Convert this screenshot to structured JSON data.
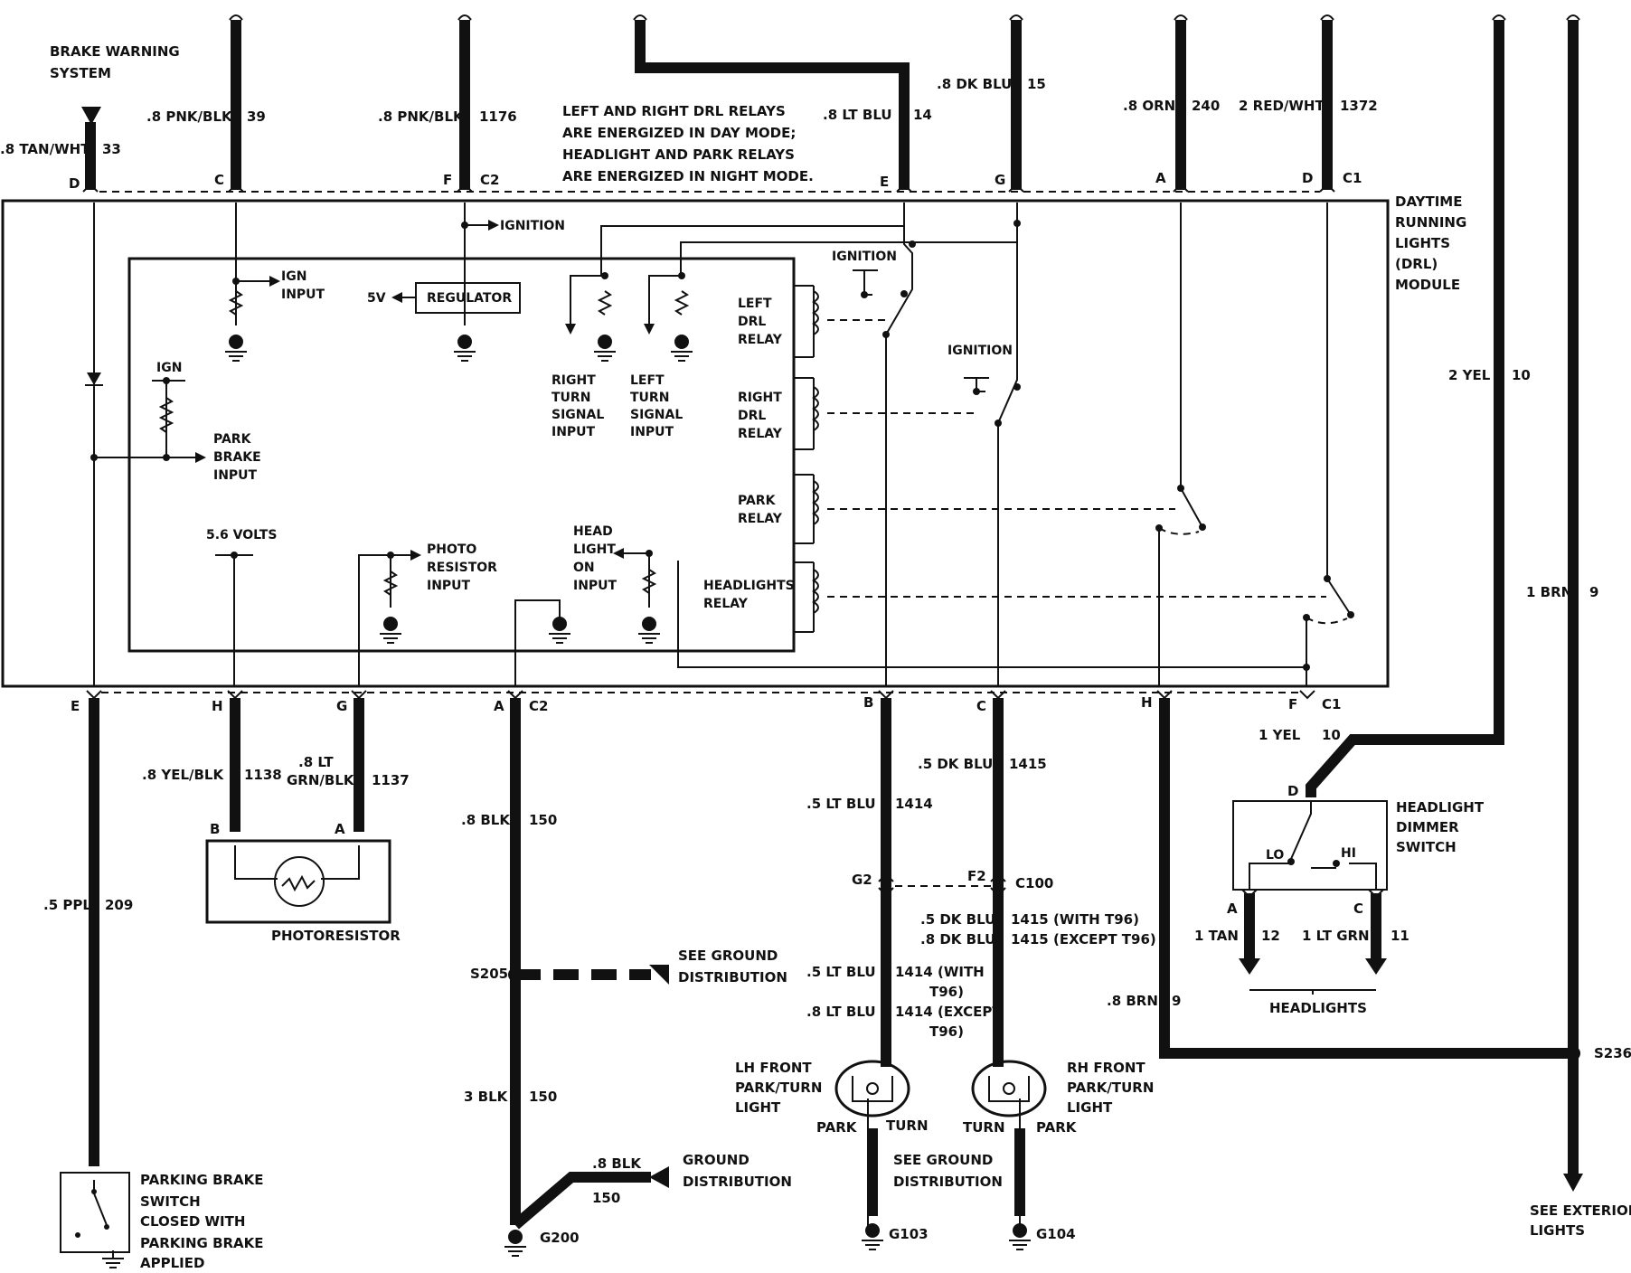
{
  "note": [
    "LEFT AND RIGHT DRL RELAYS",
    "ARE ENERGIZED IN DAY MODE;",
    "HEADLIGHT AND PARK RELAYS",
    "ARE ENERGIZED IN NIGHT MODE."
  ],
  "brake_warning": [
    "BRAKE WARNING",
    "SYSTEM"
  ],
  "module_title": [
    "DAYTIME",
    "RUNNING",
    "LIGHTS",
    "(DRL)",
    "MODULE"
  ],
  "top_wires": [
    {
      "pin": "D",
      "spec": ".8 TAN/WHT",
      "circuit": "33"
    },
    {
      "pin": "C",
      "spec": ".8 PNK/BLK",
      "circuit": "39"
    },
    {
      "pin": "F",
      "spec": ".8 PNK/BLK",
      "circuit": "1176"
    },
    {
      "pin": "E",
      "spec": ".8 LT BLU",
      "circuit": "14"
    },
    {
      "pin": "G",
      "spec": ".8 DK BLU",
      "circuit": "15"
    },
    {
      "pin": "A",
      "spec": ".8 ORN",
      "circuit": "240"
    },
    {
      "pin": "D",
      "spec": "2 RED/WHT",
      "circuit": "1372"
    }
  ],
  "top_connectors": [
    "C2",
    "C1"
  ],
  "bottom_wires": [
    {
      "pin": "E"
    },
    {
      "pin": "H"
    },
    {
      "pin": "G"
    },
    {
      "pin": "A"
    },
    {
      "pin": "B"
    },
    {
      "pin": "C"
    },
    {
      "pin": "H"
    },
    {
      "pin": "F"
    }
  ],
  "bottom_connectors": [
    "C2",
    "C1"
  ],
  "internal": {
    "ignition": "IGNITION",
    "ign_input": [
      "IGN",
      "INPUT"
    ],
    "regulator": "REGULATOR",
    "five_v": "5V",
    "ign": "IGN",
    "park_brake_input": [
      "PARK",
      "BRAKE",
      "INPUT"
    ],
    "right_turn": [
      "RIGHT",
      "TURN",
      "SIGNAL",
      "INPUT"
    ],
    "left_turn": [
      "LEFT",
      "TURN",
      "SIGNAL",
      "INPUT"
    ],
    "left_drl_relay": [
      "LEFT",
      "DRL",
      "RELAY"
    ],
    "right_drl_relay": [
      "RIGHT",
      "DRL",
      "RELAY"
    ],
    "park_relay": [
      "PARK",
      "RELAY"
    ],
    "headlights_relay": [
      "HEADLIGHTS",
      "RELAY"
    ],
    "five_six_volts": "5.6 VOLTS",
    "photo_input": [
      "PHOTO",
      "RESISTOR",
      "INPUT"
    ],
    "head_light_input": [
      "HEAD",
      "LIGHT",
      "ON",
      "INPUT"
    ]
  },
  "lower": {
    "w209": [
      ".5 PPL",
      "209"
    ],
    "w1138": [
      ".8 YEL/BLK",
      "1138"
    ],
    "w1137": [
      ".8 LT",
      "GRN/BLK",
      "1137"
    ],
    "w150a": [
      ".8 BLK",
      "150"
    ],
    "w150b": [
      "3 BLK",
      "150"
    ],
    "w150c": [
      ".8 BLK",
      "150"
    ],
    "w1415": [
      ".5 DK BLU",
      "1415"
    ],
    "w1414": [
      ".5 LT BLU",
      "1414"
    ],
    "w1415b": [
      ".5 DK BLU",
      "1415 (WITH T96)",
      ".8 DK BLU",
      "1415 (EXCEPT T96)"
    ],
    "w1414b": [
      ".5 LT BLU",
      "1414 (WITH",
      "T96)",
      ".8 LT BLU",
      "1414 (EXCEPT",
      "T96)"
    ],
    "g2": "G2",
    "f2": "F2",
    "c100": "C100",
    "photoresistor": "PHOTORESISTOR",
    "photo_pins": [
      "B",
      "A"
    ],
    "s205": "S205",
    "see_ground": [
      "SEE GROUND",
      "DISTRIBUTION"
    ],
    "ground_dist": [
      "GROUND",
      "DISTRIBUTION"
    ],
    "g200": "G200",
    "g103": "G103",
    "g104": "G104",
    "lh_light": [
      "LH FRONT",
      "PARK/TURN",
      "LIGHT"
    ],
    "rh_light": [
      "RH FRONT",
      "PARK/TURN",
      "LIGHT"
    ],
    "park": "PARK",
    "turn": "TURN",
    "see_ground2": [
      "SEE GROUND",
      "DISTRIBUTION"
    ],
    "parking_brake": [
      "PARKING BRAKE",
      "SWITCH",
      "CLOSED WITH",
      "PARKING BRAKE",
      "APPLIED"
    ],
    "w10a": [
      "2 YEL",
      "10"
    ],
    "w9a": [
      "1 BRN",
      "9"
    ],
    "w10b": [
      "1 YEL",
      "10"
    ],
    "dimmer": [
      "HEADLIGHT",
      "DIMMER",
      "SWITCH"
    ],
    "dimmer_pins": [
      "D",
      "A",
      "C"
    ],
    "lo": "LO",
    "hi": "HI",
    "w12": [
      "1 TAN",
      "12"
    ],
    "w11": [
      "1 LT GRN",
      "11"
    ],
    "headlights": "HEADLIGHTS",
    "w9b": [
      ".8 BRN",
      "9"
    ],
    "s236": "S236",
    "exterior": [
      "SEE EXTERIOR",
      "LIGHTS"
    ]
  }
}
